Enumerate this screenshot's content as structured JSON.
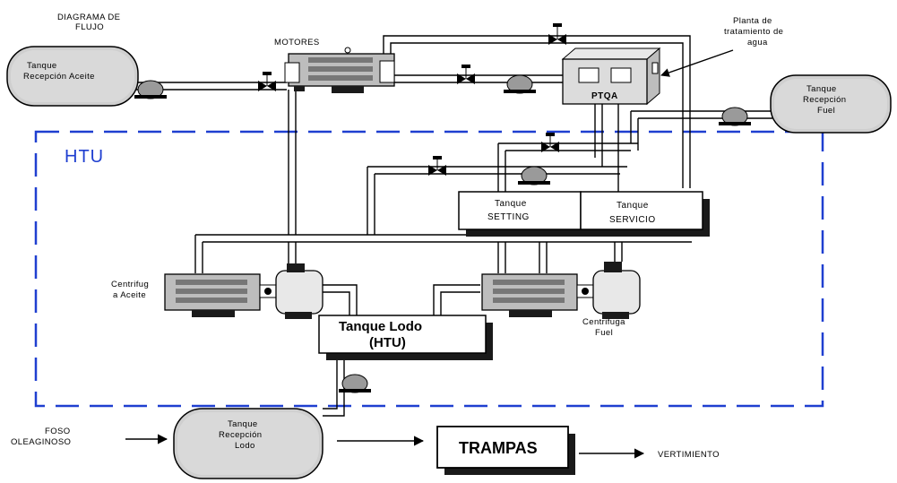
{
  "title": [
    "DIAGRAMA DE",
    "FLUJO"
  ],
  "htu_label": "HTU",
  "motores": "MOTORES",
  "ptqa": "PTQA",
  "planta": [
    "Planta de",
    "tratamiento de",
    "agua"
  ],
  "tanque_aceite": [
    "Tanque",
    "Recepción Aceite"
  ],
  "tanque_fuel": [
    "Tanque",
    "Recepción",
    "Fuel"
  ],
  "tanque_setting": [
    "Tanque",
    "SETTING"
  ],
  "tanque_servicio": [
    "Tanque",
    "SERVICIO"
  ],
  "centrifuga_aceite": [
    "Centrifug",
    "a Aceite"
  ],
  "centrifuga_fuel": [
    "Centrifuga",
    "Fuel"
  ],
  "tanque_lodo_htu": [
    "Tanque Lodo",
    "(HTU)"
  ],
  "foso": [
    "FOSO",
    "OLEAGINOSO"
  ],
  "tanque_lodo": [
    "Tanque",
    "Recepción",
    "Lodo"
  ],
  "trampas": "TRAMPAS",
  "vertimiento": "VERTIMIENTO",
  "colors": {
    "boundary": "#1f3fd0",
    "ink": "#000000"
  }
}
